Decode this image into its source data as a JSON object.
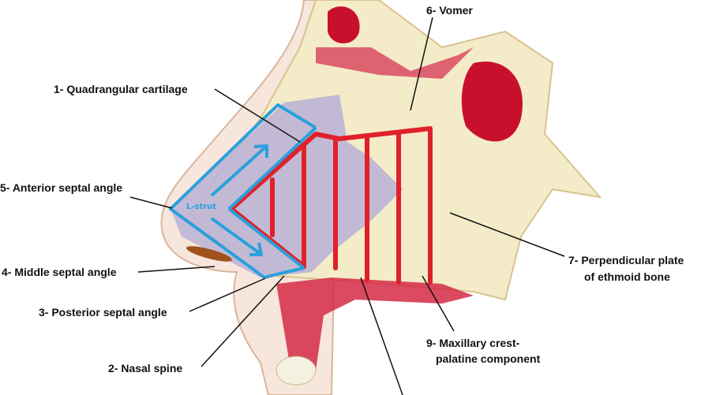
{
  "labels": {
    "l1": "1- Quadrangular cartilage",
    "l2": "2- Nasal spine",
    "l3": "3- Posterior septal angle",
    "l4": "4- Middle septal angle",
    "l5": "5- Anterior septal angle",
    "l6": "6- Vomer",
    "l7a": "7- Perpendicular plate",
    "l7b": "of ethmoid bone",
    "l9a": "9- Maxillary crest-",
    "l9b": "palatine component",
    "strut": "L-strut"
  },
  "colors": {
    "strut": "#2aa0dc",
    "cuts": "#e0202a",
    "bone": "#c8102e",
    "cartilage": "#b9b2d6",
    "tissue": "#f3ead0"
  }
}
